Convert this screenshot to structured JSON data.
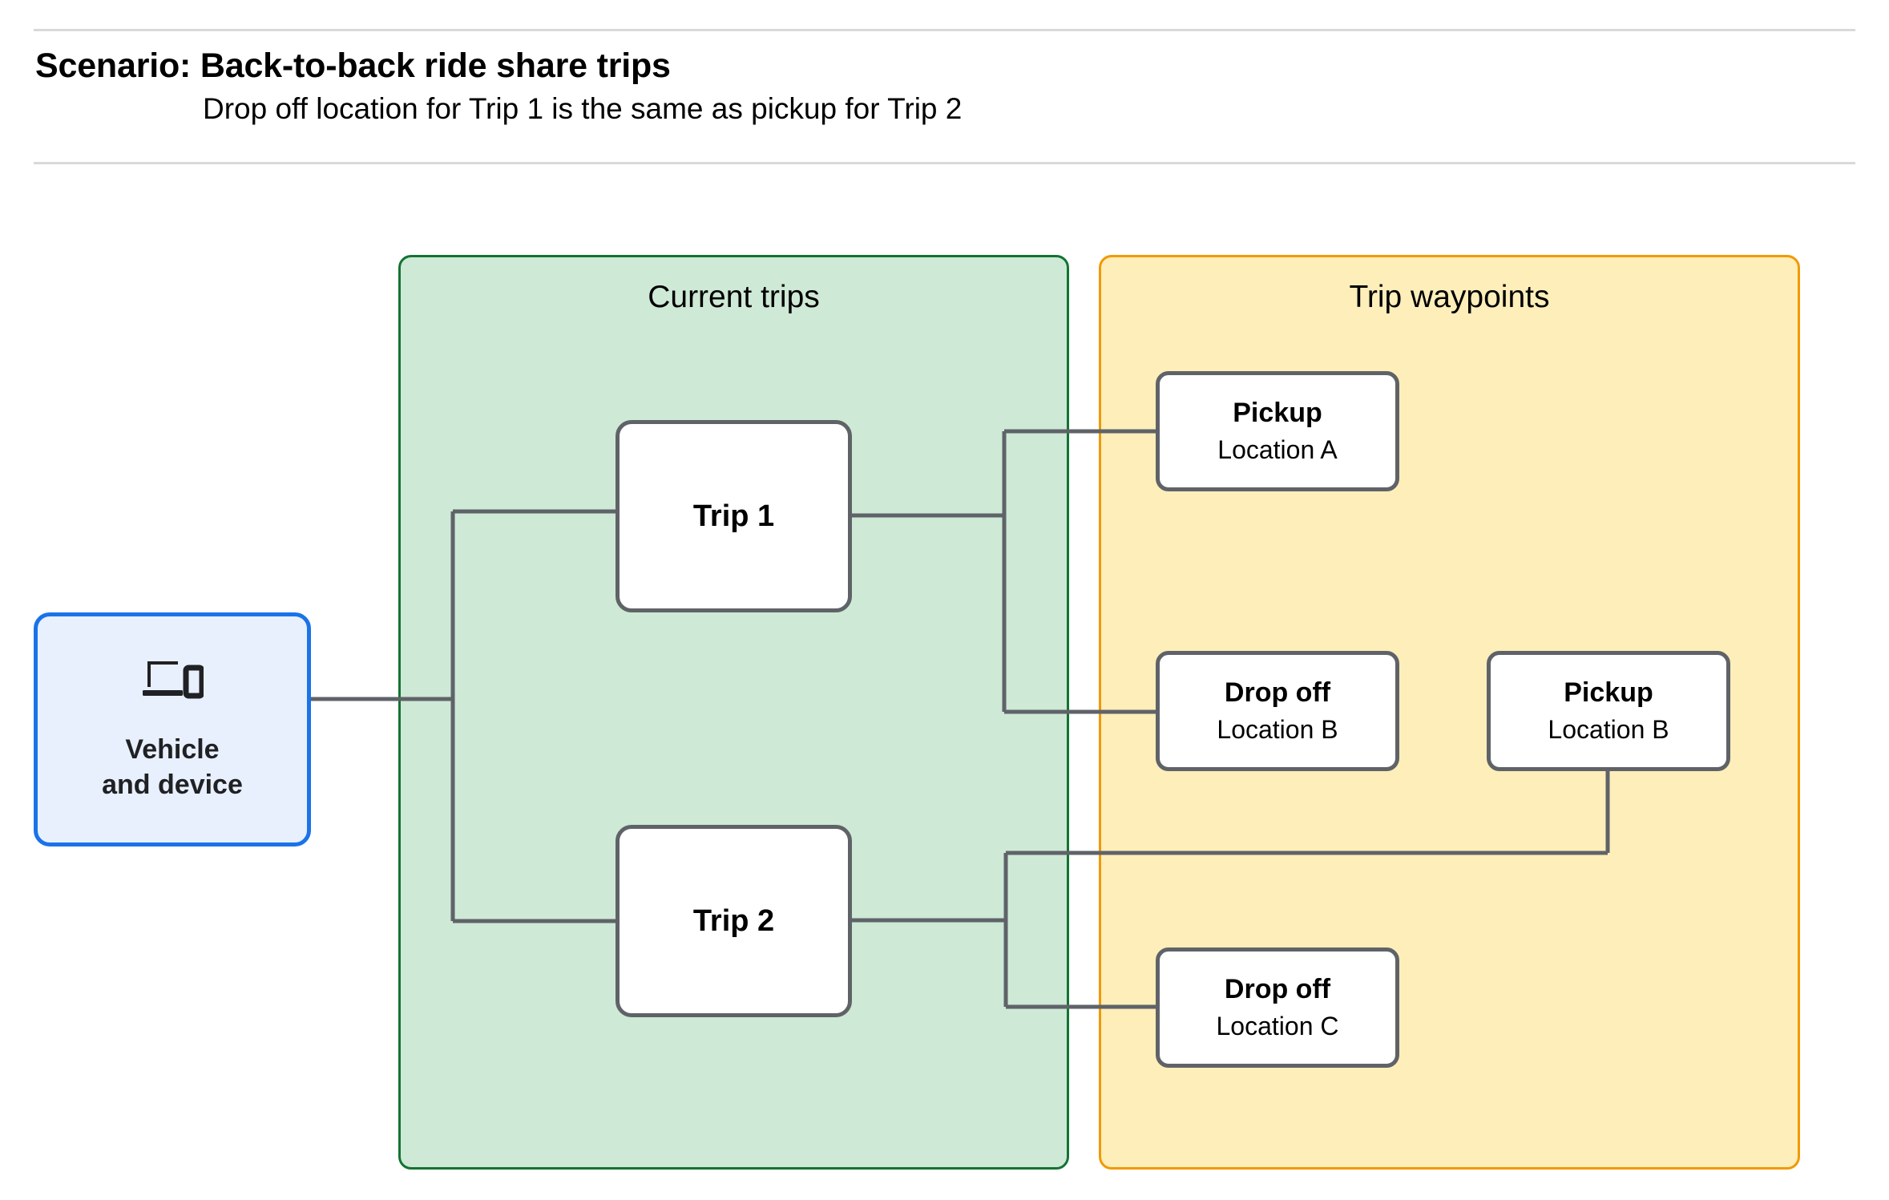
{
  "header": {
    "title": "Scenario: Back-to-back ride share trips",
    "subtitle": "Drop off  location for Trip 1 is the same as pickup for Trip 2"
  },
  "groups": {
    "current_trips": {
      "title": "Current trips",
      "fill": "#cee9d6",
      "border": "#137333"
    },
    "trip_waypoints": {
      "title": "Trip waypoints",
      "fill": "#fdeeba",
      "border": "#f29900"
    }
  },
  "nodes": {
    "vehicle": {
      "icon": "devices-icon",
      "label_line_1": "Vehicle",
      "label_line_2": "and device",
      "fill": "#e8f0fe",
      "border": "#1a73e8"
    },
    "trips": [
      {
        "id": "trip-1",
        "label": "Trip 1"
      },
      {
        "id": "trip-2",
        "label": "Trip 2"
      }
    ],
    "waypoints": [
      {
        "id": "pickup-a",
        "kind": "Pickup",
        "location": "Location A"
      },
      {
        "id": "dropoff-b",
        "kind": "Drop off",
        "location": "Location B"
      },
      {
        "id": "pickup-b",
        "kind": "Pickup",
        "location": "Location B"
      },
      {
        "id": "dropoff-c",
        "kind": "Drop off",
        "location": "Location C"
      }
    ]
  },
  "connector_color": "#5f6368"
}
